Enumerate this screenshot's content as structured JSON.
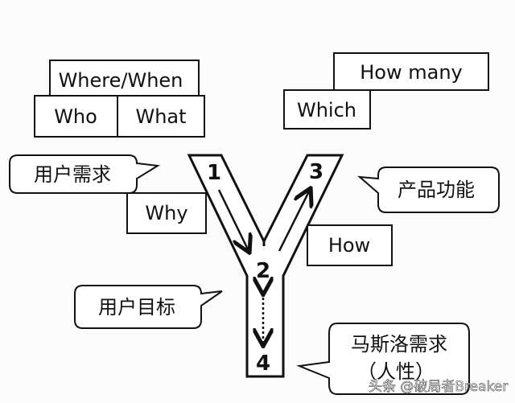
{
  "boxes": {
    "where_when": "Where/When",
    "who": "Who",
    "what": "What",
    "how_many": "How many",
    "which": "Which",
    "why": "Why",
    "how": "How"
  },
  "bubbles": {
    "user_needs": "用户需求",
    "product_features": "产品功能",
    "user_goals": "用户目标",
    "maslow_line1": "马斯洛需求",
    "maslow_line2": "（人性）"
  },
  "y_numbers": [
    "1",
    "2",
    "3",
    "4"
  ],
  "watermark": "头条 @破局者Breaker"
}
